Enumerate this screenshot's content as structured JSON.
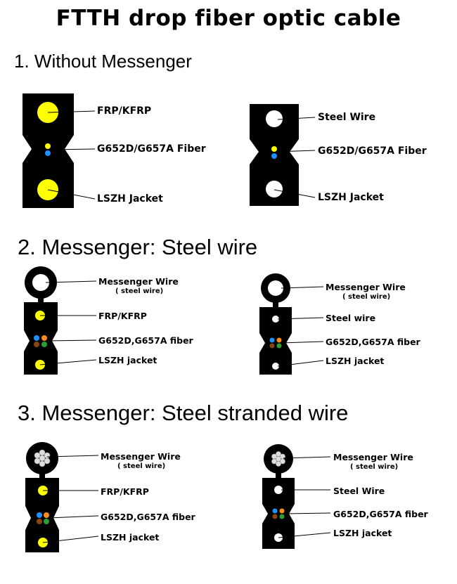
{
  "title": "FTTH drop fiber optic cable",
  "sections": [
    {
      "heading": "1. Without Messenger"
    },
    {
      "heading": "2. Messenger: Steel wire"
    },
    {
      "heading": "3. Messenger:  Steel stranded wire"
    }
  ],
  "labels": {
    "frp": "FRP/KFRP",
    "fiber_a": "G652D/G657A Fiber",
    "fiber_b": "G652D,G657A fiber",
    "lszh_a": "LSZH Jacket",
    "lszh_b": "LSZH jacket",
    "steel_a": "Steel Wire",
    "steel_b": "Steel wire",
    "messenger": "Messenger Wire",
    "messenger_sub": "( steel wire)"
  },
  "colors": {
    "jacket": "#000000",
    "frp": "#ffff00",
    "fiber_yellow": "#ffff00",
    "fiber_blue": "#1e90ff",
    "fiber_orange": "#ff8c1a",
    "fiber_brown": "#8b4513",
    "fiber_green": "#2e9e2e",
    "steel": "#ffffff"
  }
}
